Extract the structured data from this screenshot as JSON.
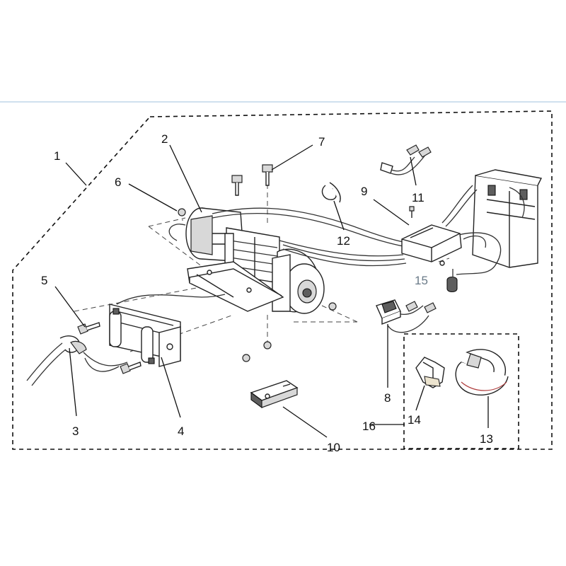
{
  "callouts": {
    "c1": "1",
    "c2": "2",
    "c3": "3",
    "c4": "4",
    "c5": "5",
    "c6": "6",
    "c7": "7",
    "c8": "8",
    "c9": "9",
    "c10": "10",
    "c11": "11",
    "c12": "12",
    "c13": "13",
    "c14": "14",
    "c15": "15",
    "c16": "16"
  },
  "colors": {
    "rule": "#cfe0ee",
    "ink": "#111111",
    "callout_15": "#6a7a88"
  }
}
